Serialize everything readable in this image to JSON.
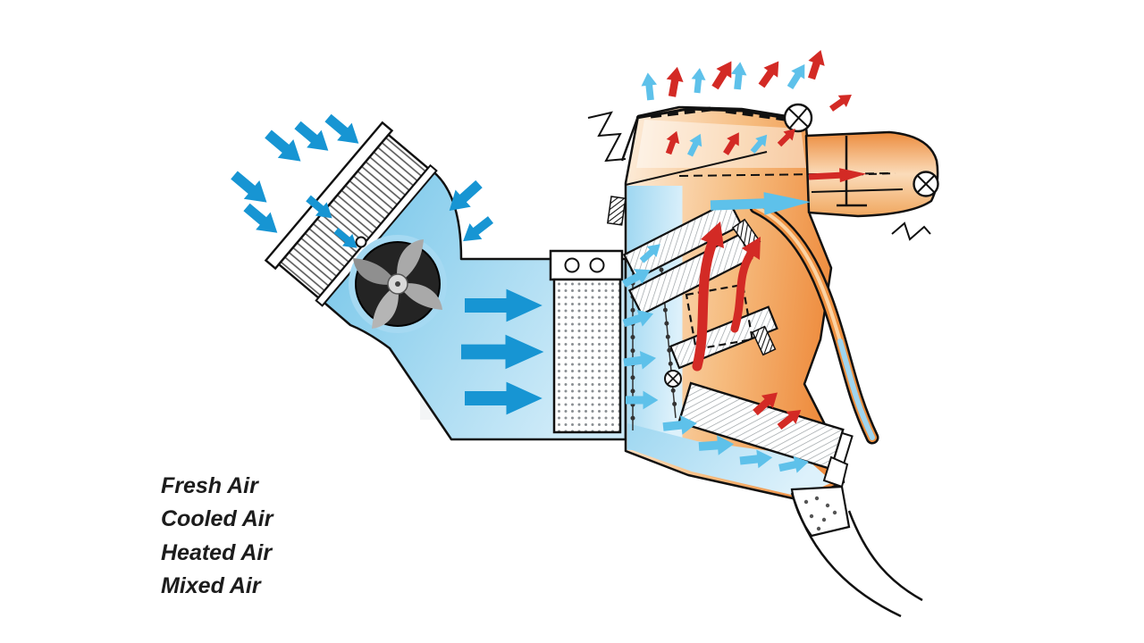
{
  "diagram": {
    "type": "hvac-airflow-diagram",
    "legend": {
      "items": [
        {
          "label": "Fresh Air"
        },
        {
          "label": "Cooled Air"
        },
        {
          "label": "Heated Air"
        },
        {
          "label": "Mixed Air"
        }
      ]
    },
    "colors": {
      "fresh_air_blue": "#1795d3",
      "cooled_air_light_blue": "#5ec1ea",
      "heated_air_red": "#d32a25",
      "warm_zone_orange": "#ef8f43",
      "case_blue": "#7fc9e9",
      "outline_black": "#1a1a1a"
    }
  }
}
